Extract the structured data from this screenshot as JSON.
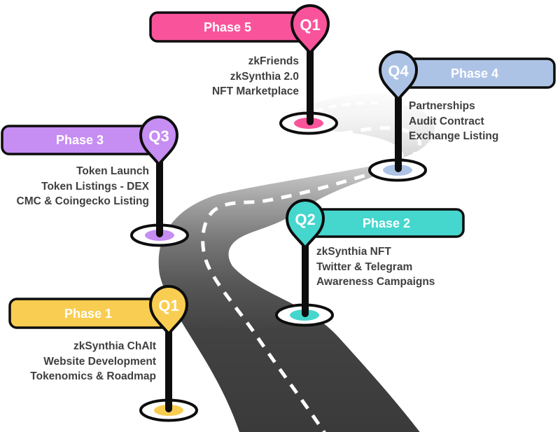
{
  "phases": [
    {
      "label": "Phase 5",
      "quarter": "Q1",
      "color": "#f9549b",
      "items": [
        "zkFriends",
        "zkSynthia 2.0",
        "NFT Marketplace"
      ]
    },
    {
      "label": "Phase 4",
      "quarter": "Q4",
      "color": "#adc3e6",
      "items": [
        "Partnerships",
        "Audit Contract",
        "Exchange Listing"
      ]
    },
    {
      "label": "Phase 3",
      "quarter": "Q3",
      "color": "#c68df3",
      "items": [
        "Token Launch",
        "Token Listings - DEX",
        "CMC & Coingecko Listing"
      ]
    },
    {
      "label": "Phase 2",
      "quarter": "Q2",
      "color": "#45d6cd",
      "items": [
        "zkSynthia NFT",
        "Twitter & Telegram",
        "Awareness Campaigns"
      ]
    },
    {
      "label": "Phase 1",
      "quarter": "Q1",
      "color": "#f8cd51",
      "items": [
        "zkSynthia ChAIt",
        "Website Development",
        "Tokenomics & Roadmap"
      ]
    }
  ],
  "road": {
    "asphalt_dark": "#3a3a3a",
    "asphalt_light": "#dedede",
    "center_line": "#ffffff",
    "outline": "#0d0d0d"
  }
}
